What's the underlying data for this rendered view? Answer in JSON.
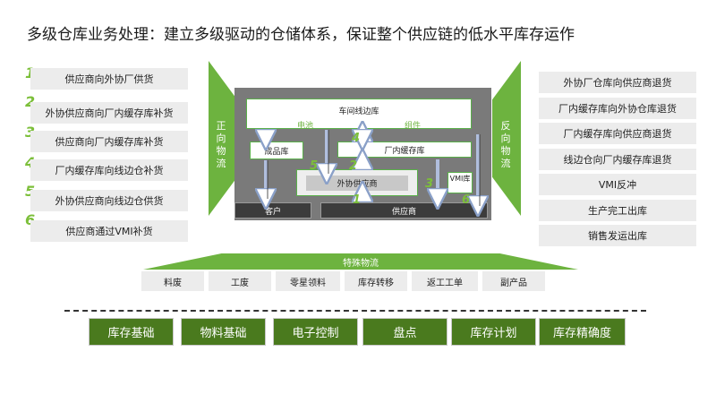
{
  "title": "多级仓库业务处理：建立多级驱动的仓储体系，保证整个供应链的低水平库存运作",
  "left_items": [
    {
      "num": "1",
      "label": "供应商向外协厂供货"
    },
    {
      "num": "2",
      "label": "外协供应商向厂内缓存库补货"
    },
    {
      "num": "3",
      "label": "供应商向厂内缓存库补货"
    },
    {
      "num": "4",
      "label": "厂内缓存库向线边仓补货"
    },
    {
      "num": "5",
      "label": "外协供应商向线边仓供货"
    },
    {
      "num": "6",
      "label": "供应商通过VMI补货"
    }
  ],
  "right_items": [
    "外协厂仓库向供应商退货",
    "厂内缓存库向外协仓库退货",
    "厂内缓存库向供应商退货",
    "线边仓向厂内缓存库退货",
    "VMI反冲",
    "生产完工出库",
    "销售发运出库"
  ],
  "forward_logistics": [
    "正",
    "向",
    "物",
    "流"
  ],
  "reverse_logistics": [
    "反",
    "向",
    "物",
    "流"
  ],
  "core": {
    "workshop": "车间线边库",
    "battery": "电池",
    "component": "组件",
    "finished": "成品库",
    "buffer": "厂内缓存库",
    "outsource_supplier": "外协供应商",
    "vmi": "VMI库",
    "customer": "客户",
    "supplier": "供应商",
    "n1": "1",
    "n2": "2",
    "n3": "3",
    "n4": "4",
    "n5": "5",
    "n6": "6"
  },
  "special_logistics": {
    "label": "特殊物流",
    "items": [
      "料废",
      "工废",
      "零星领料",
      "库存转移",
      "返工工单",
      "副产品"
    ]
  },
  "foundation": [
    "库存基础",
    "物料基础",
    "电子控制",
    "盘点",
    "库存计划",
    "库存精确度"
  ],
  "colors": {
    "accent_green": "#6db33f",
    "dark_green": "#4a7a1e",
    "number_green": "#7cbf3a"
  }
}
